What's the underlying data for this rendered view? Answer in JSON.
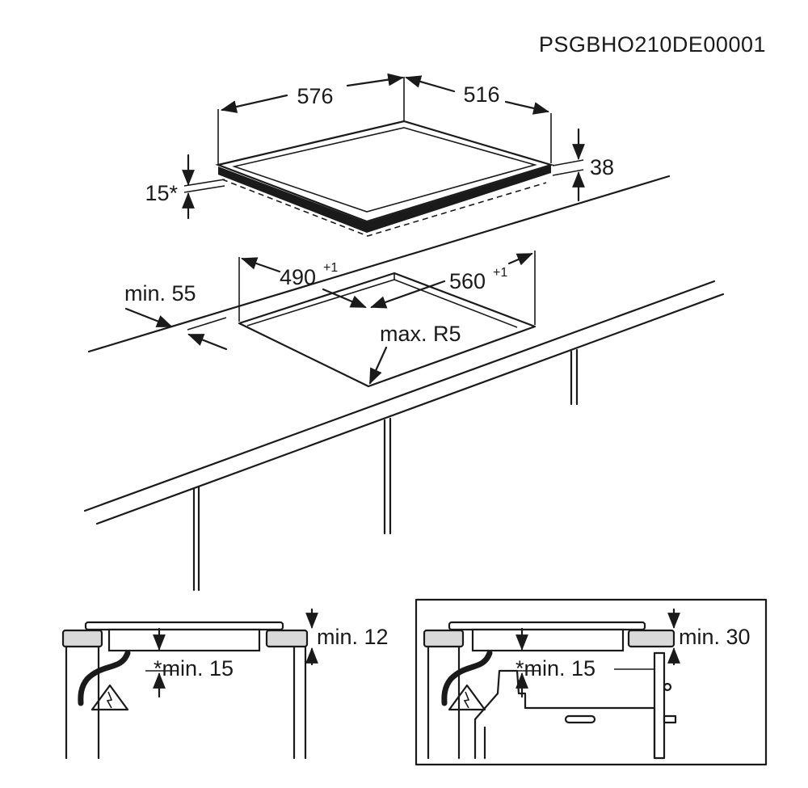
{
  "drawing_code": "PSGBHO210DE00001",
  "hob_dimensions": {
    "width": "576",
    "depth": "516",
    "height": "38",
    "protrusion": "15*"
  },
  "cutout_dimensions": {
    "depth": "490",
    "depth_tolerance": "+1",
    "width": "560",
    "width_tolerance": "+1",
    "min_front_edge": "min. 55",
    "max_radius": "max. R5"
  },
  "detail_left": {
    "top_clearance": "min. 12",
    "bottom_clearance": "*min. 15"
  },
  "detail_right": {
    "top_clearance": "min. 30",
    "bottom_clearance": "*min. 15"
  },
  "icons": {
    "warning": "electric-hazard-icon"
  },
  "colors": {
    "line": "#1a1a1a",
    "background": "#ffffff",
    "panel_fill": "#d9d9d9"
  }
}
